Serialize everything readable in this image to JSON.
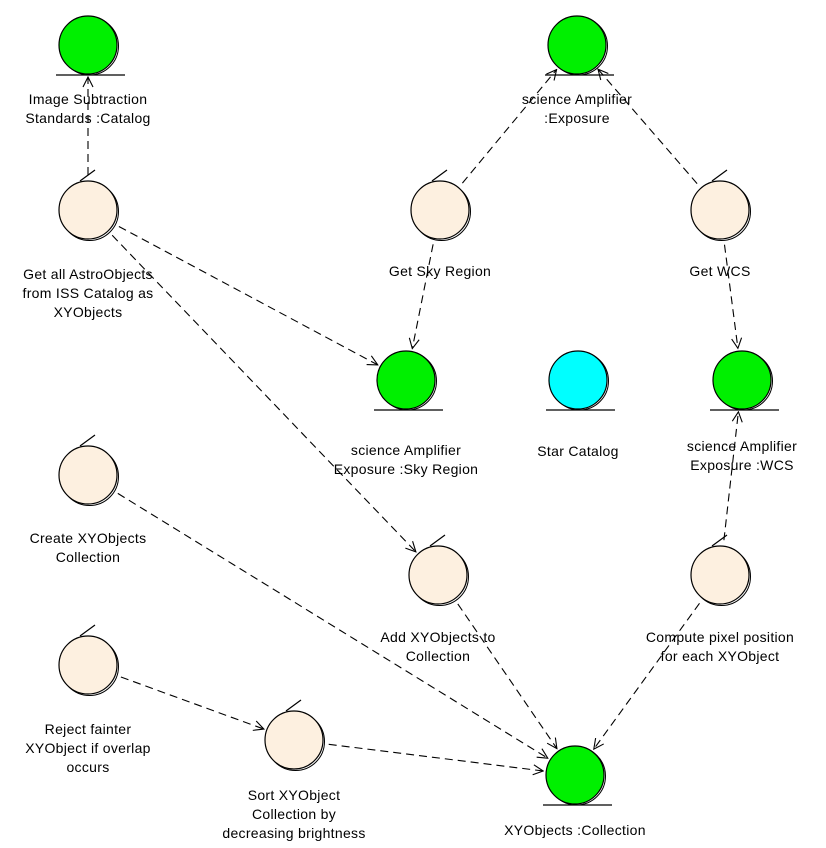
{
  "colors": {
    "entity": "#00f000",
    "control": "#fdf0e0",
    "star_catalog": "#00ffff",
    "stroke": "#000000"
  },
  "nodes": {
    "image_subtraction": {
      "kind": "entity",
      "lines": [
        "Image Subtraction",
        "Standards :Catalog"
      ]
    },
    "sci_amp_exposure": {
      "kind": "entity",
      "lines": [
        "science Amplifier",
        ":Exposure"
      ]
    },
    "get_all_astro": {
      "kind": "control",
      "lines": [
        "Get all AstroObjects",
        "from ISS Catalog as",
        "XYObjects"
      ]
    },
    "get_sky_region": {
      "kind": "control",
      "lines": [
        "Get Sky Region"
      ]
    },
    "get_wcs": {
      "kind": "control",
      "lines": [
        "Get WCS"
      ]
    },
    "sci_amp_sky_region": {
      "kind": "entity",
      "lines": [
        "science Amplifier",
        "Exposure :Sky Region"
      ]
    },
    "star_catalog": {
      "kind": "star",
      "lines": [
        "Star Catalog"
      ]
    },
    "sci_amp_wcs": {
      "kind": "entity",
      "lines": [
        "science Amplifier",
        "Exposure :WCS"
      ]
    },
    "create_xyobjects": {
      "kind": "control",
      "lines": [
        "Create XYObjects",
        "Collection"
      ]
    },
    "add_xyobjects": {
      "kind": "control",
      "lines": [
        "Add XYObjects to",
        "Collection"
      ]
    },
    "compute_pixel": {
      "kind": "control",
      "lines": [
        "Compute pixel position",
        "for each XYObject"
      ]
    },
    "reject_fainter": {
      "kind": "control",
      "lines": [
        "Reject fainter",
        "XYObject if overlap",
        "occurs"
      ]
    },
    "sort_xyobject": {
      "kind": "control",
      "lines": [
        "Sort  XYObject",
        "Collection by",
        "decreasing brightness"
      ]
    },
    "xyobjects_collection": {
      "kind": "entity",
      "lines": [
        "XYObjects :Collection"
      ]
    }
  },
  "edges": [
    [
      "get_all_astro",
      "image_subtraction"
    ],
    [
      "get_all_astro",
      "sci_amp_sky_region"
    ],
    [
      "get_all_astro",
      "add_xyobjects"
    ],
    [
      "get_sky_region",
      "sci_amp_exposure"
    ],
    [
      "get_wcs",
      "sci_amp_exposure"
    ],
    [
      "get_sky_region",
      "sci_amp_sky_region"
    ],
    [
      "get_wcs",
      "sci_amp_wcs"
    ],
    [
      "compute_pixel",
      "sci_amp_wcs"
    ],
    [
      "create_xyobjects",
      "xyobjects_collection"
    ],
    [
      "add_xyobjects",
      "xyobjects_collection"
    ],
    [
      "compute_pixel",
      "xyobjects_collection"
    ],
    [
      "reject_fainter",
      "sort_xyobject"
    ],
    [
      "sort_xyobject",
      "xyobjects_collection"
    ]
  ]
}
